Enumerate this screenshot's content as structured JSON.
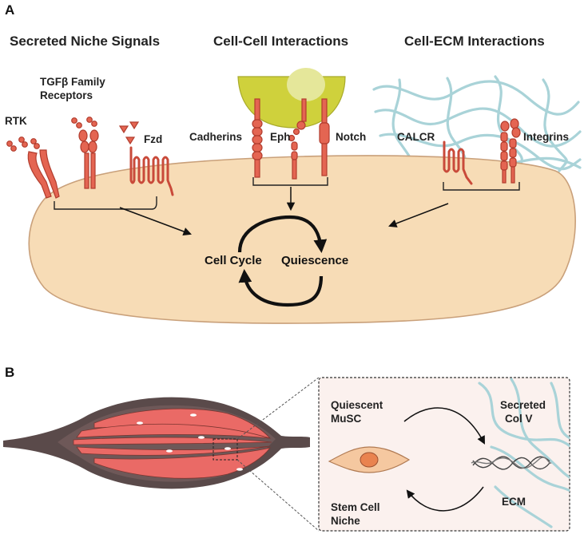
{
  "panel_a": {
    "letter": "A",
    "headings": {
      "secreted": "Secreted Niche Signals",
      "cell_cell": "Cell-Cell Interactions",
      "cell_ecm": "Cell-ECM Interactions"
    },
    "receptors": {
      "rtk": "RTK",
      "tgfb_line1": "TGFβ Family",
      "tgfb_line2": "Receptors",
      "fzd": "Fzd",
      "cadherins": "Cadherins",
      "eph": "Eph",
      "notch": "Notch",
      "calcr": "CALCR",
      "integrins": "Integrins"
    },
    "cycle": {
      "left": "Cell Cycle",
      "right": "Quiescence"
    }
  },
  "panel_b": {
    "letter": "B",
    "quiescent_line1": "Quiescent",
    "quiescent_line2": "MuSC",
    "secreted_line1": "Secreted",
    "secreted_line2": "Col V",
    "stem_line1": "Stem Cell",
    "stem_line2": "Niche",
    "ecm": "ECM"
  },
  "colors": {
    "cell": "#f7dcb6",
    "receptor": "#e46552",
    "neighbor_cell": "#cfd13c",
    "ecm_fiber": "#a9d3d8",
    "muscle_fiber": "#ea6a66",
    "muscle_outline": "#5a4a4a"
  }
}
